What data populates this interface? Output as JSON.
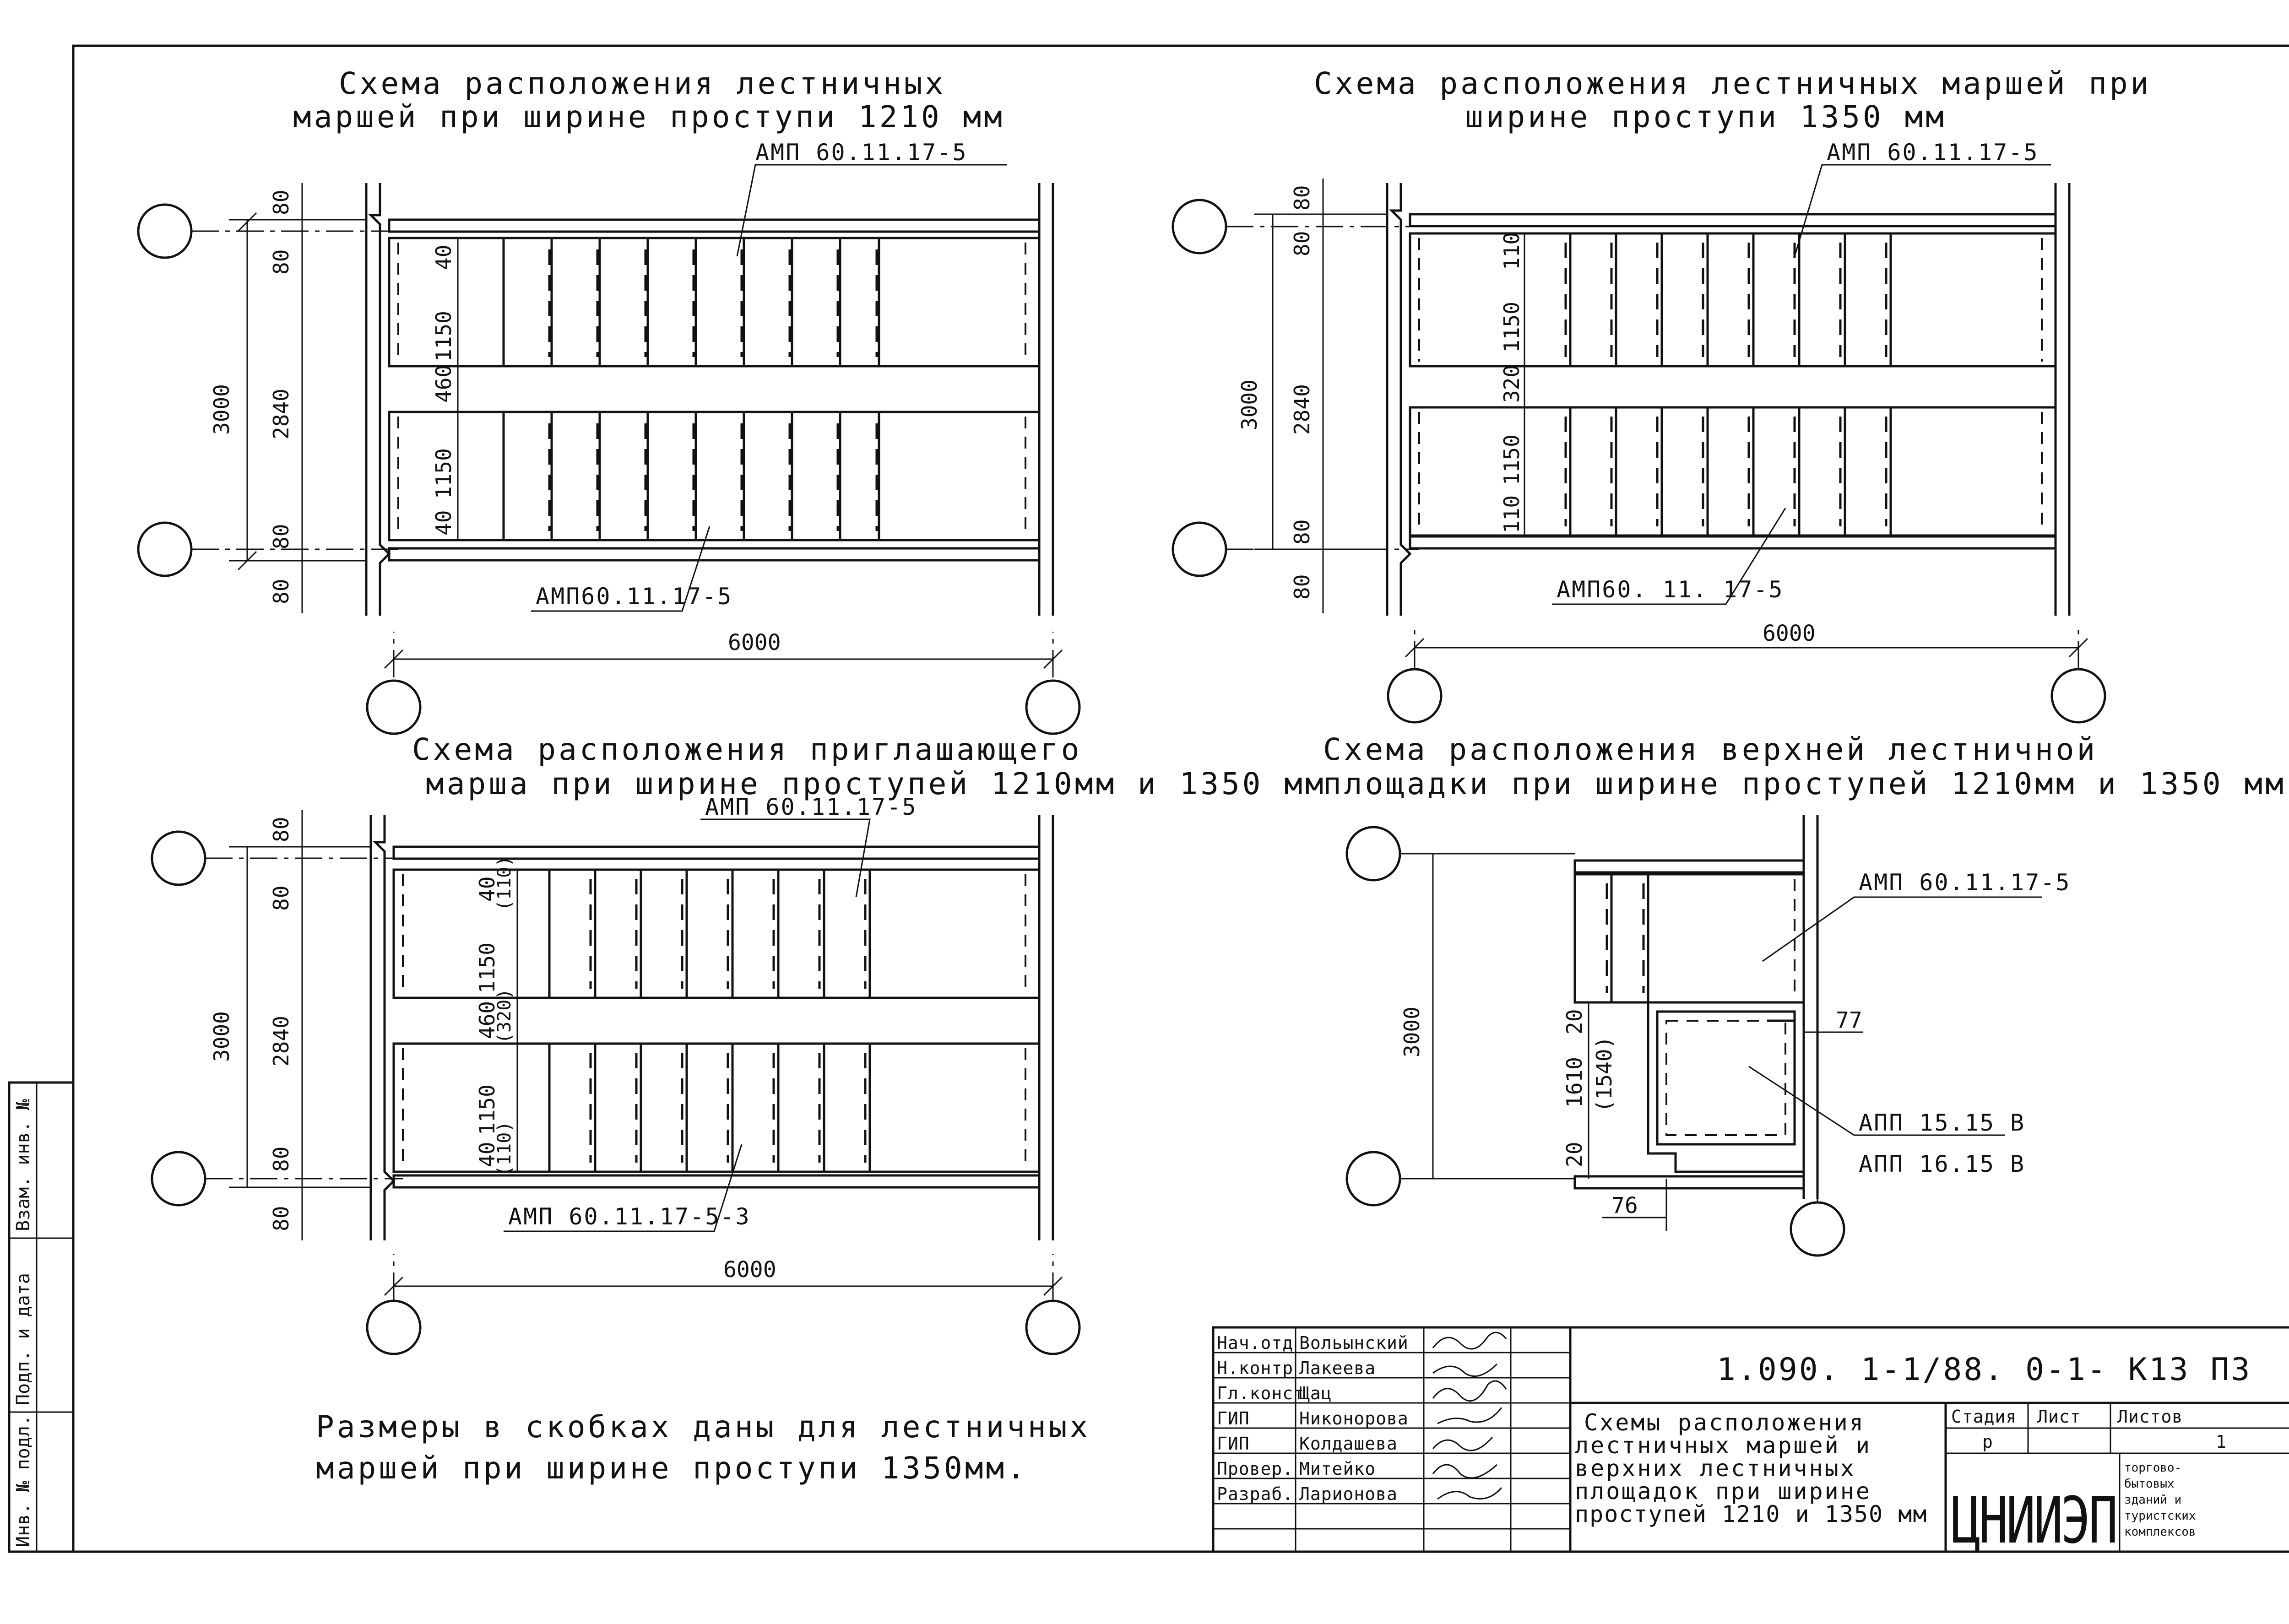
{
  "schemes": {
    "s1": {
      "title1": "Схема расположения лестничных",
      "title2": "маршей при ширине проступи 1210 мм",
      "mark_top": "АМП 60.11.17-5",
      "mark_bottom": "АМП60.11.17-5",
      "dim_total": "3000",
      "dim_inner": "2840",
      "dim_80a": "80",
      "dim_80b": "80",
      "dim_80c": "80",
      "dim_80d": "80",
      "dim_1150a": "1150",
      "dim_1150b": "1150",
      "dim_40a": "40",
      "dim_40b": "40",
      "dim_460": "460",
      "dim_6000": "6000"
    },
    "s2": {
      "title1": "Схема расположения лестничных маршей при",
      "title2": "ширине проступи 1350 мм",
      "mark_top": "АМП 60.11.17-5",
      "mark_bottom": "АМП60. 11. 17-5",
      "dim_total": "3000",
      "dim_inner": "2840",
      "dim_80a": "80",
      "dim_80b": "80",
      "dim_80c": "80",
      "dim_80d": "80",
      "dim_1150a": "1150",
      "dim_1150b": "1150",
      "dim_110a": "110",
      "dim_110b": "110",
      "dim_320": "320",
      "dim_6000": "6000"
    },
    "s3": {
      "title1": "Схема расположения приглашающего",
      "title2": "марша при ширине проступей 1210мм и 1350 мм",
      "mark_top": "АМП 60.11.17-5",
      "mark_bottom": "АМП 60.11.17-5-3",
      "dim_total": "3000",
      "dim_inner": "2840",
      "dim_80a": "80",
      "dim_80b": "80",
      "dim_80c": "80",
      "dim_80d": "80",
      "dim_1150a": "1150",
      "dim_1150b": "1150",
      "dim_40a": "40",
      "dim_40b": "40",
      "dim_110a": "(110)",
      "dim_110b": "(110)",
      "dim_460": "460",
      "dim_320": "(320)",
      "dim_6000": "6000"
    },
    "s4": {
      "title1": "Схема расположения верхней лестничной",
      "title2": "площадки при ширине проступей 1210мм и 1350 мм",
      "mark_march": "АМП 60.11.17-5",
      "mark_slab1": "АПП 15.15 В",
      "mark_slab2": "АПП 16.15 В",
      "dim_total": "3000",
      "dim_1610": "1610",
      "dim_1540": "(1540)",
      "dim_20a": "20",
      "dim_20b": "20",
      "dim_77": "77",
      "dim_76": "76"
    }
  },
  "note": {
    "line1": "Размеры в скобках даны для лестничных",
    "line2": "маршей при ширине проступи 1350мм."
  },
  "side_stamp": {
    "inv_podl": "Инв. № подл.",
    "podp_data": "Подп. и дата",
    "vzam": "Взам. инв. №"
  },
  "title_block": {
    "code": "1.090. 1-1/88. 0-1- К13 ПЗ",
    "description": [
      "Схемы расположения",
      "лестничных маршей и",
      "верхних лестничных",
      "площадок при ширине",
      "проступей 1210 и 1350 мм"
    ],
    "roles": [
      {
        "role": "Нач.отд",
        "name": "Вольынский"
      },
      {
        "role": "Н.контр",
        "name": "Лакеева"
      },
      {
        "role": "Гл.конст",
        "name": "Щац"
      },
      {
        "role": "ГИП",
        "name": "Никонорова"
      },
      {
        "role": "ГИП",
        "name": "Колдашева"
      },
      {
        "role": "Провер.",
        "name": "Митейко"
      },
      {
        "role": "Разраб.",
        "name": "Ларионова"
      }
    ],
    "stage_label": "Стадия",
    "sheet_label": "Лист",
    "sheets_label": "Листов",
    "stage_value": "р",
    "sheet_value": "",
    "sheets_value": "1",
    "org": "ЦНИИЭП",
    "org_sub": [
      "торгово-",
      "бытовых",
      "зданий и",
      "туристских",
      "комплексов"
    ]
  }
}
